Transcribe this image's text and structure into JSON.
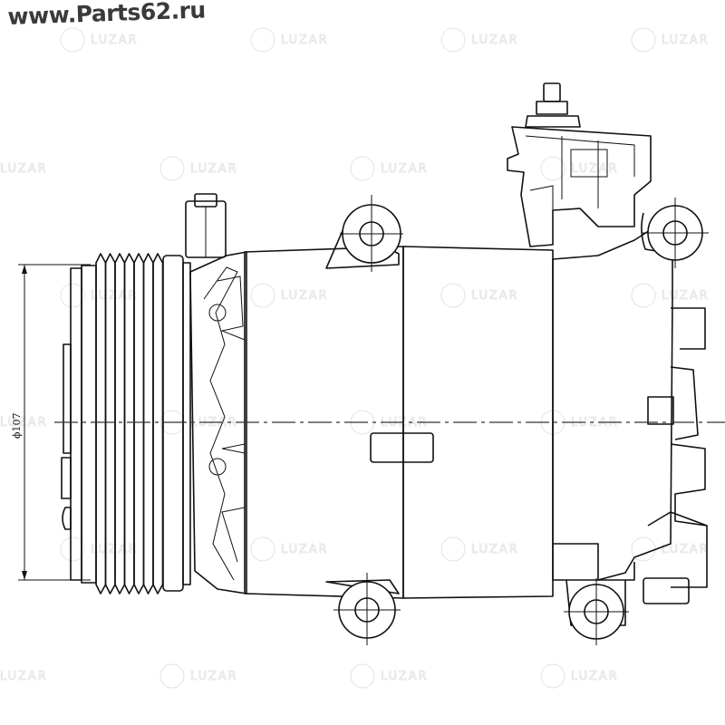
{
  "site_watermark": "www.Parts62.ru",
  "brand_watermark": "LUZAR",
  "dimension": {
    "pulley_diameter_label": "ϕ107"
  }
}
